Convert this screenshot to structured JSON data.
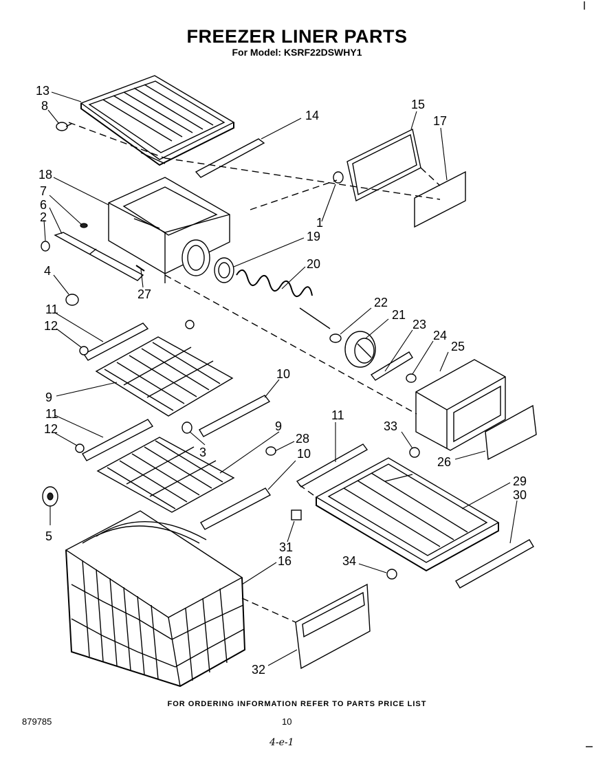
{
  "header": {
    "title": "FREEZER LINER PARTS",
    "subtitle": "For Model: KSRF22DSWHY1"
  },
  "footer": {
    "note": "FOR ORDERING INFORMATION REFER TO PARTS PRICE LIST",
    "doc_number": "879785",
    "page_number": "10",
    "handwritten": "4-e-1"
  },
  "callouts": {
    "c13": "13",
    "c8": "8",
    "c14": "14",
    "c15": "15",
    "c17": "17",
    "c18": "18",
    "c7": "7",
    "c6": "6",
    "c2": "2",
    "c1": "1",
    "c19": "19",
    "c20": "20",
    "c4": "4",
    "c27": "27",
    "c22": "22",
    "c21": "21",
    "c23": "23",
    "c24": "24",
    "c25": "25",
    "c11a": "11",
    "c12a": "12",
    "c10a": "10",
    "c9a": "9",
    "c11b": "11",
    "c12b": "12",
    "c3": "3",
    "c9b": "9",
    "c28": "28",
    "c10b": "10",
    "c11c": "11",
    "c33": "33",
    "c26": "26",
    "c29": "29",
    "c30": "30",
    "c5": "5",
    "c31": "31",
    "c16": "16",
    "c34": "34",
    "c32": "32"
  }
}
